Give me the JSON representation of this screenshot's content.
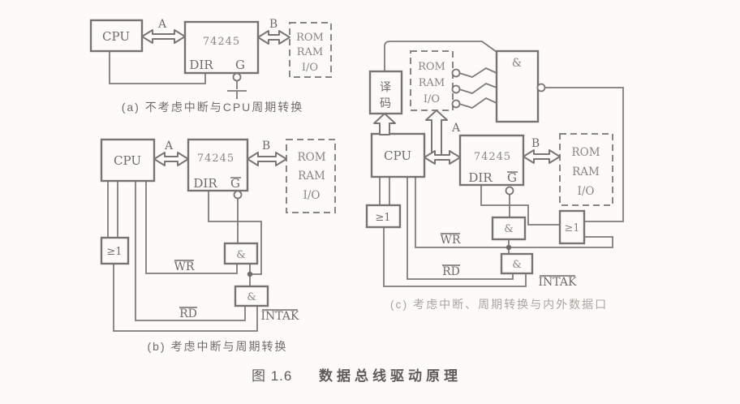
{
  "figure": {
    "number": "图 1.6",
    "title": "数据总线驱动原理"
  },
  "colors": {
    "ink": "#787370",
    "paper": "#fcfbf9"
  },
  "diagram_a": {
    "caption": "(a) 不考虑中断与CPU周期转换",
    "cpu": "CPU",
    "chip": "74245",
    "dir": "DIR",
    "g": "G",
    "bus_a": "A",
    "bus_b": "B",
    "mem": {
      "l1": "ROM",
      "l2": "RAM",
      "l3": "I/O"
    }
  },
  "diagram_b": {
    "caption": "(b) 考虑中断与周期转换",
    "cpu": "CPU",
    "chip": "74245",
    "dir": "DIR",
    "g": "G",
    "bus_a": "A",
    "bus_b": "B",
    "mem": {
      "l1": "ROM",
      "l2": "RAM",
      "l3": "I/O"
    },
    "or_gate": "≥1",
    "and1": "&",
    "and2": "&",
    "wr": "WR",
    "rd": "RD",
    "intak": "INTAK"
  },
  "diagram_c": {
    "caption": "(c) 考虑中断、周期转换与内外数据口",
    "decoder_top": "译",
    "decoder_bottom": "码",
    "internal_mem": {
      "l1": "ROM",
      "l2": "RAM",
      "l3": "I/O"
    },
    "external_mem": {
      "l1": "ROM",
      "l2": "RAM",
      "l3": "I/O"
    },
    "big_and": "&",
    "cpu": "CPU",
    "chip": "74245",
    "dir": "DIR",
    "g": "G",
    "bus_a": "A",
    "bus_b": "B",
    "or_left": "≥1",
    "or_right": "≥1",
    "and1": "&",
    "and2": "&",
    "wr": "WR",
    "rd": "RD",
    "intak": "INTAK"
  }
}
